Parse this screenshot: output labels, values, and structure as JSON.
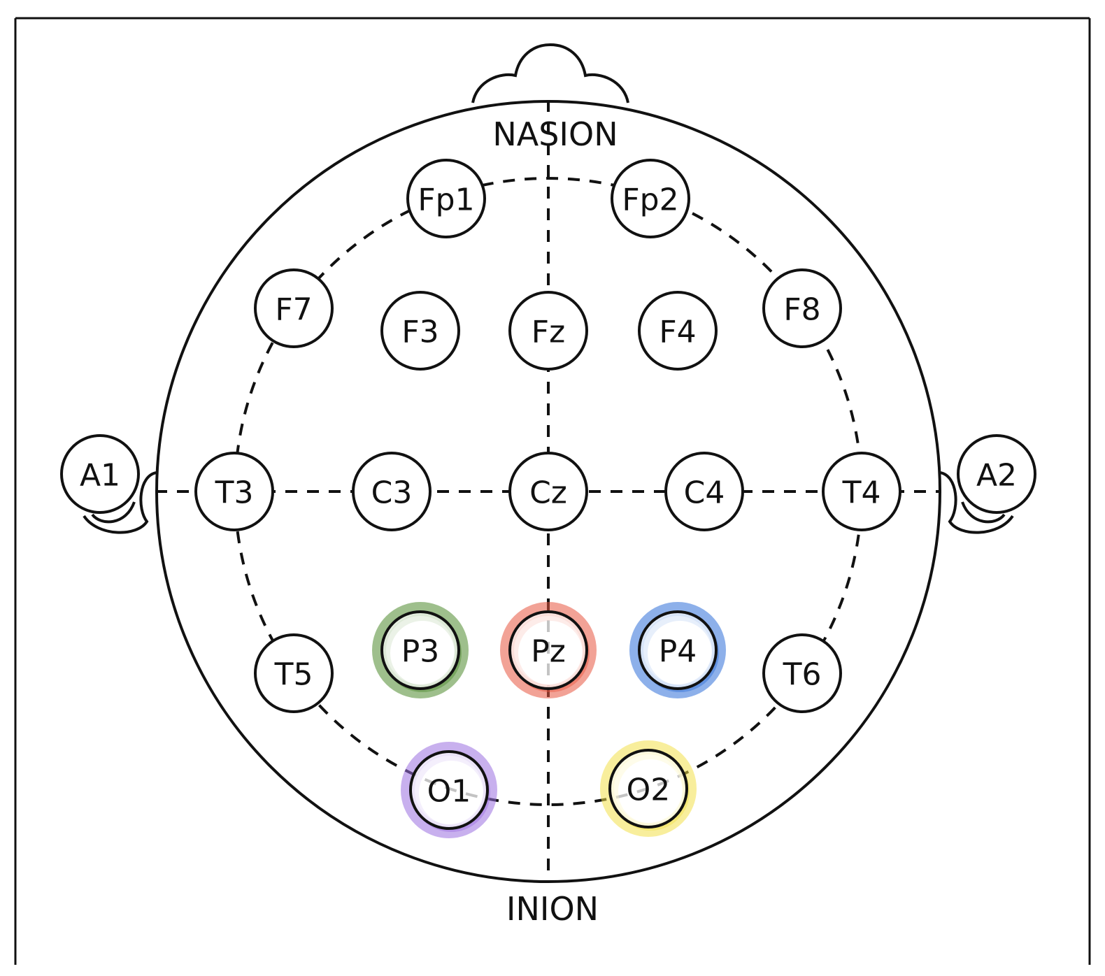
{
  "landmarks": {
    "top": "NASION",
    "bottom": "INION"
  },
  "electrodes": [
    {
      "id": "Fp1",
      "label": "Fp1"
    },
    {
      "id": "Fp2",
      "label": "Fp2"
    },
    {
      "id": "F7",
      "label": "F7"
    },
    {
      "id": "F3",
      "label": "F3"
    },
    {
      "id": "Fz",
      "label": "Fz"
    },
    {
      "id": "F4",
      "label": "F4"
    },
    {
      "id": "F8",
      "label": "F8"
    },
    {
      "id": "A1",
      "label": "A1"
    },
    {
      "id": "T3",
      "label": "T3"
    },
    {
      "id": "C3",
      "label": "C3"
    },
    {
      "id": "Cz",
      "label": "Cz"
    },
    {
      "id": "C4",
      "label": "C4"
    },
    {
      "id": "T4",
      "label": "T4"
    },
    {
      "id": "A2",
      "label": "A2"
    },
    {
      "id": "T5",
      "label": "T5"
    },
    {
      "id": "P3",
      "label": "P3",
      "highlight": "#4e8a2e"
    },
    {
      "id": "Pz",
      "label": "Pz",
      "highlight": "#e8553f"
    },
    {
      "id": "P4",
      "label": "P4",
      "highlight": "#2f6fd8"
    },
    {
      "id": "T6",
      "label": "T6"
    },
    {
      "id": "O1",
      "label": "O1",
      "highlight": "#9b6fe0"
    },
    {
      "id": "O2",
      "label": "O2",
      "highlight": "#f2e04a"
    }
  ]
}
